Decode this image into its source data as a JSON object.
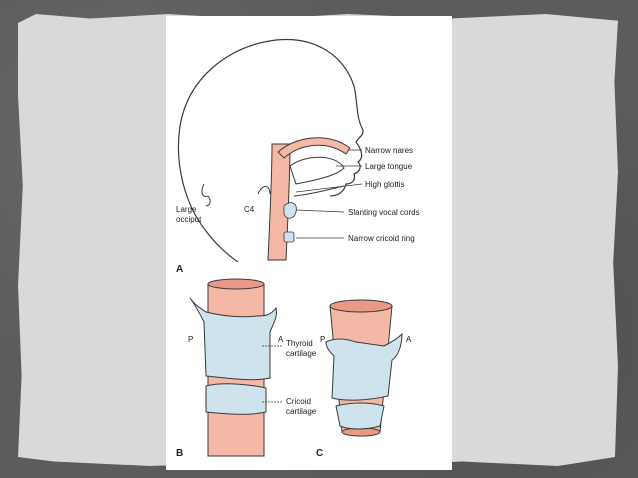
{
  "panel_a": {
    "letter": "A",
    "labels": {
      "narrow_nares": "Narrow nares",
      "large_tongue": "Large tongue",
      "high_glottis": "High glottis",
      "slanting_vocal_cords": "Slanting vocal cords",
      "narrow_cricoid_ring": "Narrow cricoid ring",
      "large_occiput_1": "Large",
      "large_occiput_2": "occiput",
      "c4": "C4"
    }
  },
  "panel_b": {
    "letter": "B",
    "p": "P",
    "a": "A",
    "thyroid_1": "Thyroid",
    "thyroid_2": "cartilage",
    "cricoid_1": "Cricoid",
    "cricoid_2": "cartilage"
  },
  "panel_c": {
    "letter": "C",
    "p": "P",
    "a": "A"
  },
  "colors": {
    "airway": "#f4b8a6",
    "airway_dark": "#e89a86",
    "cartilage": "#cfe3ec",
    "outline": "#3a3a3a"
  }
}
